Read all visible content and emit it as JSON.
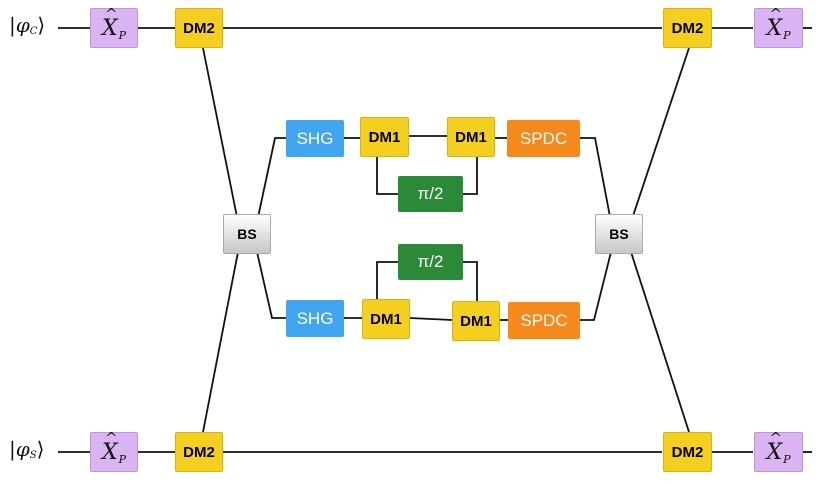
{
  "inputs": {
    "top": {
      "symbol": "φ",
      "subscript": "C"
    },
    "bottom": {
      "symbol": "φ",
      "subscript": "S"
    }
  },
  "operators": {
    "xp_symbol": "X",
    "xp_subscript": "P"
  },
  "labels": {
    "dm2": "DM2",
    "dm1": "DM1",
    "bs": "BS",
    "shg": "SHG",
    "spdc": "SPDC",
    "phase": "π/2"
  },
  "colors": {
    "operator": "#d9b3f2",
    "dichroic_mirror": "#f5cf1f",
    "beam_splitter": "#d0d0d0",
    "shg": "#42a5f0",
    "spdc": "#f5891c",
    "phase_shifter": "#2b8a38"
  }
}
